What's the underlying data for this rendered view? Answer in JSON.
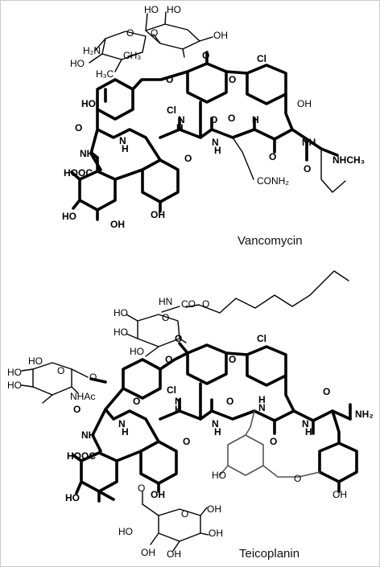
{
  "vancomycin": {
    "name": "Vancomycin",
    "atoms": {
      "HO": "HO",
      "O": "O",
      "H2N": "H₂N",
      "CH3": "CH₃",
      "H3C": "H₃C",
      "Cl": "Cl",
      "NH": "NH",
      "H": "H",
      "N": "N",
      "HOOC": "HOOC",
      "OH": "OH",
      "CONH2": "CONH₂",
      "NHCH3": "NHCH₃"
    }
  },
  "teicoplanin": {
    "name": "Teicoplanin",
    "atoms": {
      "HO": "HO",
      "O": "O",
      "HN": "HN",
      "CO": "CO",
      "Cl": "Cl",
      "NHAc": "NHAc",
      "NH": "NH",
      "H": "H",
      "N": "N",
      "HOOC": "HOOC",
      "OH": "OH",
      "NH2": "NH₂"
    }
  }
}
